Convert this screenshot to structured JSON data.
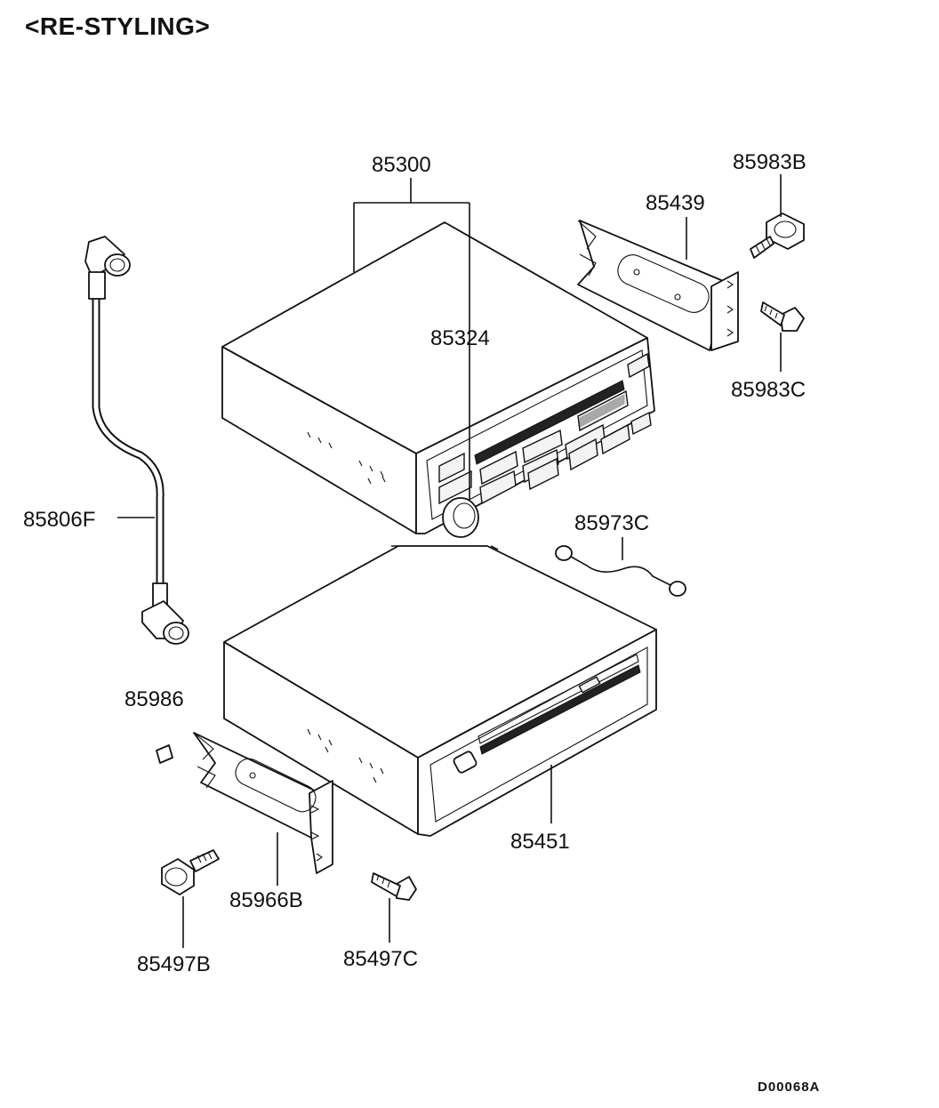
{
  "header": {
    "title": "<RE-STYLING>"
  },
  "footer": {
    "reference_code": "D00068A"
  },
  "parts": {
    "p85300": "85300",
    "p85324": "85324",
    "p85439": "85439",
    "p85983B": "85983B",
    "p85983C": "85983C",
    "p85806F": "85806F",
    "p85973C": "85973C",
    "p85986": "85986",
    "p85451": "85451",
    "p85966B": "85966B",
    "p85497B": "85497B",
    "p85497C": "85497C"
  }
}
